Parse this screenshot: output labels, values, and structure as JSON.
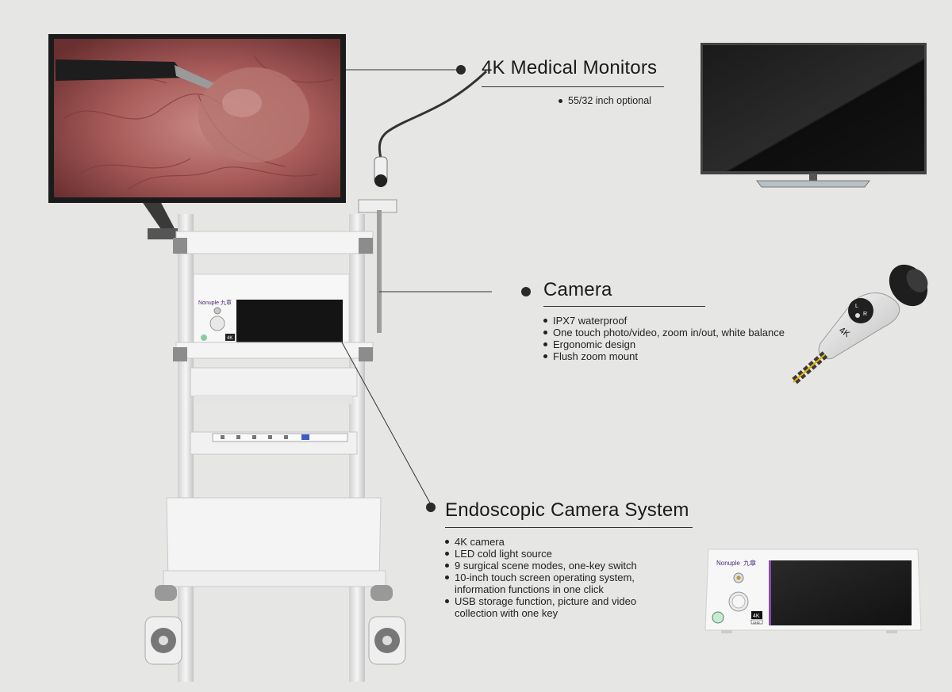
{
  "sections": [
    {
      "title": "4K Medical Monitors",
      "bullets": [
        "55/32 inch optional"
      ]
    },
    {
      "title": "Camera",
      "bullets": [
        "IPX7 waterproof",
        "One touch photo/video, zoom in/out, white balance",
        "Ergonomic design",
        "Flush zoom mount"
      ]
    },
    {
      "title": "Endoscopic Camera System",
      "bullets": [
        "4K camera",
        "LED cold light source",
        "9 surgical scene modes, one-key switch",
        "10-inch touch screen operating system,\ninformation functions in one click",
        "USB storage function, picture and video\ncollection with one key"
      ]
    }
  ],
  "brand": {
    "name": "Nonuple",
    "cn": "九章"
  },
  "badges": {
    "fourk": "4K",
    "uhd": "UHD"
  }
}
